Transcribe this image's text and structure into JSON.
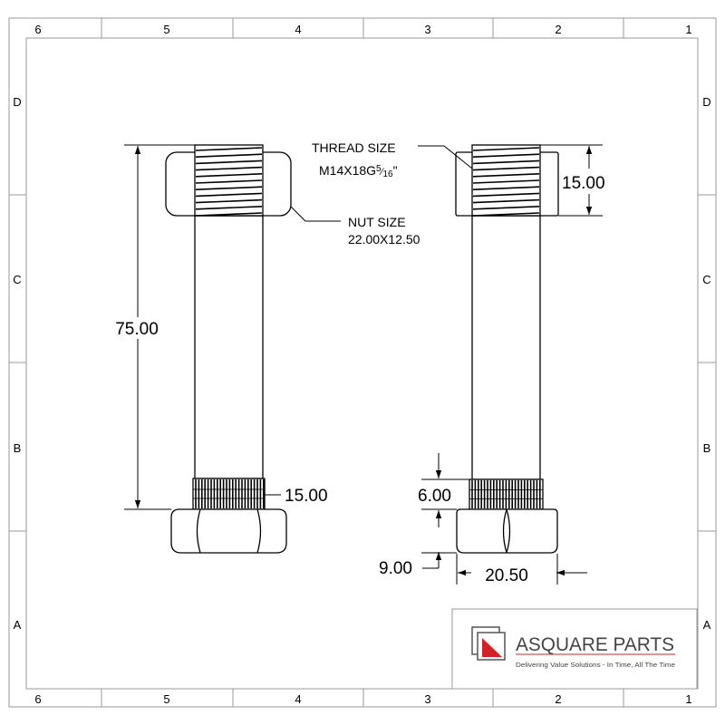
{
  "frame": {
    "top_columns": [
      "6",
      "5",
      "4",
      "3",
      "2",
      "1"
    ],
    "bottom_columns": [
      "6",
      "5",
      "4",
      "3",
      "2",
      "1"
    ],
    "left_rows": [
      "D",
      "C",
      "B",
      "A"
    ],
    "right_rows": [
      "D",
      "C",
      "B",
      "A"
    ]
  },
  "front_view": {
    "length_dim": "75.00",
    "knurl_dim": "15.00",
    "nut_callout_title": "NUT SIZE",
    "nut_callout_value": "22.00X12.50"
  },
  "side_view": {
    "thread_callout_title": "THREAD SIZE",
    "thread_callout_prefix": "M14X18G",
    "thread_callout_num": "5",
    "thread_callout_den": "16",
    "thread_callout_suffix": "\"",
    "nut_height_dim": "15.00",
    "knurl_dim": "6.00",
    "head_dim": "9.00",
    "width_dim": "20.50"
  },
  "title_block": {
    "company": "ASQUARE PARTS",
    "tagline": "Delivering Value Solutions - In Time, All The Time",
    "accent_color": "#d42027"
  }
}
